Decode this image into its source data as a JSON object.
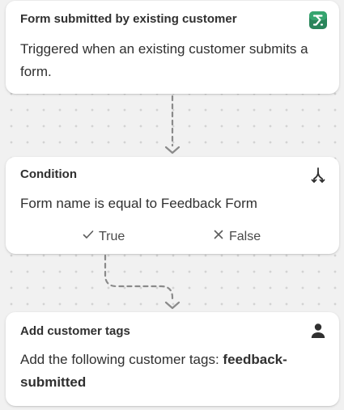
{
  "trigger": {
    "title": "Form submitted by existing customer",
    "description": "Triggered when an existing customer submits a form.",
    "icon": "shopify-flow-icon",
    "icon_color": "#29845a"
  },
  "condition": {
    "title": "Condition",
    "description": "Form name is equal to Feedback Form",
    "icon": "branch-icon",
    "true_label": "True",
    "false_label": "False"
  },
  "action": {
    "title": "Add customer tags",
    "description_prefix": "Add the following customer tags: ",
    "tag": "feedback-submitted",
    "icon": "person-icon"
  }
}
